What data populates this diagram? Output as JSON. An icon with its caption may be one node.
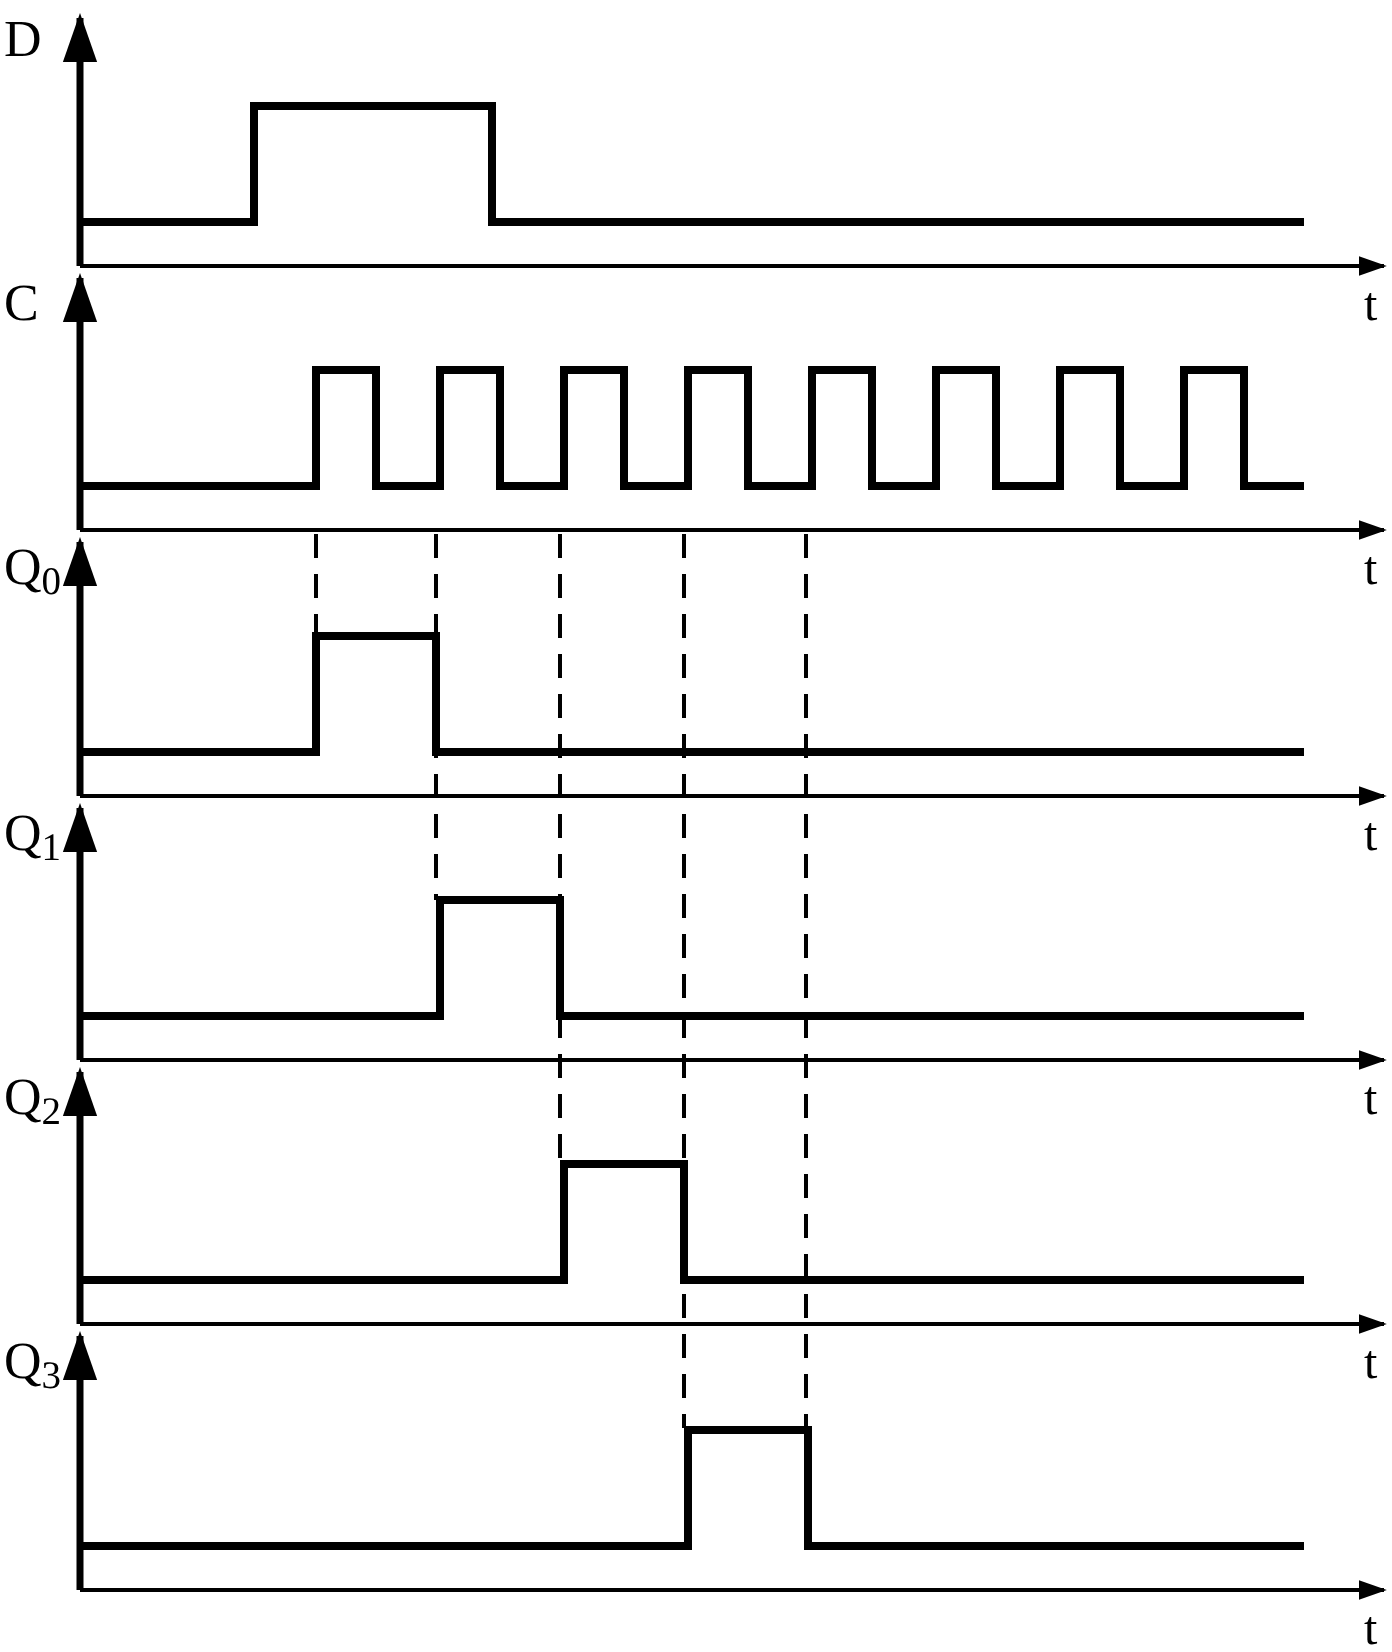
{
  "diagram": {
    "labels": [
      "D",
      "t",
      "C",
      "t",
      "Q$_{0}$",
      "t",
      "Q$_{1}$",
      "t",
      "Q$_{2}$",
      "t",
      "Q$_{3}$",
      "t"
    ]
  }
}
